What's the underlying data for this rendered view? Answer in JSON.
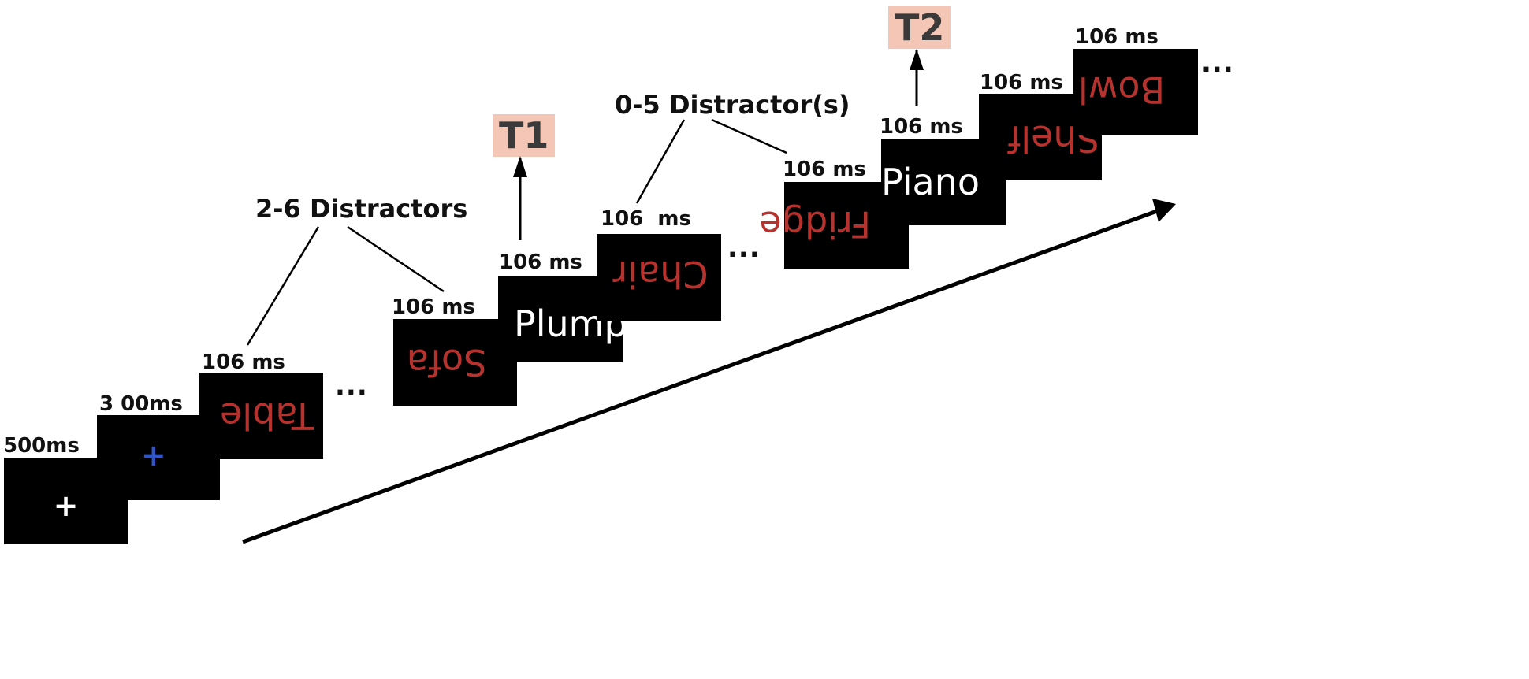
{
  "stream": {
    "fixation_white": {
      "symbol": "+",
      "color": "#ffffff",
      "duration": "500ms"
    },
    "fixation_blue": {
      "symbol": "+",
      "color": "#2f55c9",
      "duration": "3 00ms"
    },
    "table": {
      "word": "Table",
      "duration": "106 ms"
    },
    "sofa": {
      "word": "Sofa",
      "duration": "106 ms"
    },
    "plump": {
      "word": "Plump",
      "duration": "106 ms"
    },
    "chair": {
      "word": "Chair",
      "duration": "106  ms"
    },
    "fridge": {
      "word": "Fridge",
      "duration": "106 ms"
    },
    "piano": {
      "word": "Piano",
      "duration": "106 ms"
    },
    "shelf": {
      "word": "Shelf",
      "duration": "106 ms"
    },
    "bowl": {
      "word": "Bowl",
      "duration": "106 ms"
    }
  },
  "annotations": {
    "distractors_1": "2-6 Distractors",
    "distractors_2": "0-5 Distractor(s)",
    "target_1": "T1",
    "target_2": "T2",
    "ellipsis": "..."
  },
  "colors": {
    "frame": "#000000",
    "normal_word": "#ffffff",
    "inverted_word": "#b6322e",
    "target_highlight": "#f4c6b6"
  }
}
